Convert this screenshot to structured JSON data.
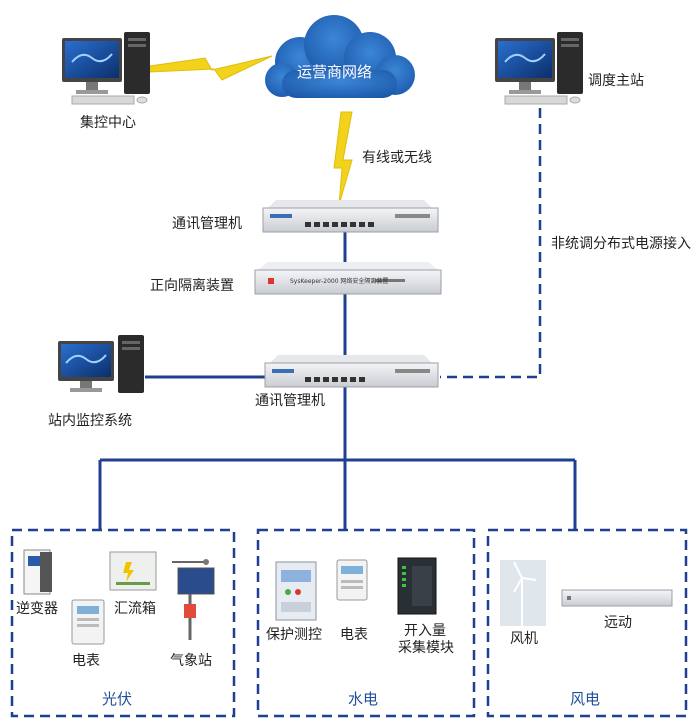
{
  "nodes": {
    "cloud": "运营商网络",
    "control_center": "集控中心",
    "dispatch_station": "调度主站",
    "wired_wireless": "有线或无线",
    "comm_manager_top": "通讯管理机",
    "isolation": "正向隔离装置",
    "non_unified": "非统调分布式电源接入",
    "station_monitor": "站内监控系统",
    "comm_manager_bottom": "通讯管理机"
  },
  "groups": {
    "pv": {
      "title": "光伏",
      "items": {
        "inverter": "逆变器",
        "combiner": "汇流箱",
        "meter": "电表",
        "weather": "气象站"
      }
    },
    "hydro": {
      "title": "水电",
      "items": {
        "protection": "保护测控",
        "meter": "电表",
        "io_l1": "开入量",
        "io_l2": "采集模块"
      }
    },
    "wind": {
      "title": "风电",
      "items": {
        "turbine": "风机",
        "rtu": "远动"
      }
    }
  },
  "device_texts": {
    "isolation_panel": "SysKeeper-2000   网络安全隔离装置"
  },
  "colors": {
    "line_blue": "#1f3f8f",
    "lightning_yellow": "#f2d21a",
    "cloud_blue": "#2166b8",
    "group_title_blue": "#1f4e9c"
  }
}
